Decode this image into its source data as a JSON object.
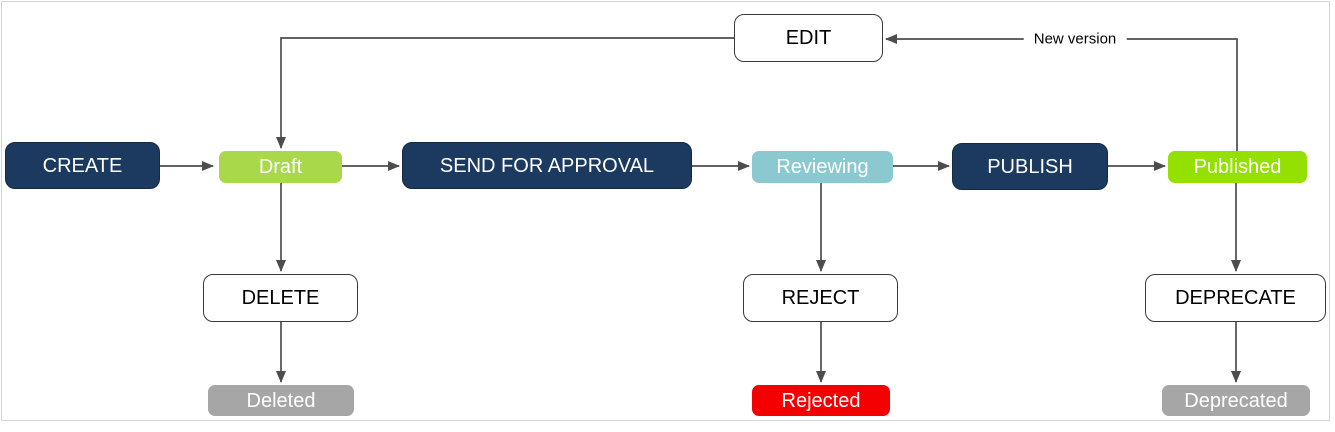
{
  "diagram": {
    "type": "state-workflow",
    "nodes": {
      "create": {
        "label": "CREATE",
        "kind": "action"
      },
      "draft": {
        "label": "Draft",
        "kind": "state",
        "color": "#a9d84b"
      },
      "send_for_approval": {
        "label": "SEND FOR APPROVAL",
        "kind": "action"
      },
      "reviewing": {
        "label": "Reviewing",
        "kind": "state",
        "color": "#8bc9d1"
      },
      "publish": {
        "label": "PUBLISH",
        "kind": "action"
      },
      "published": {
        "label": "Published",
        "kind": "state",
        "color": "#94e001"
      },
      "edit": {
        "label": "EDIT",
        "kind": "outline"
      },
      "delete": {
        "label": "DELETE",
        "kind": "outline"
      },
      "deleted": {
        "label": "Deleted",
        "kind": "state",
        "color": "#a6a6a6"
      },
      "reject": {
        "label": "REJECT",
        "kind": "outline"
      },
      "rejected": {
        "label": "Rejected",
        "kind": "state",
        "color": "#f50000"
      },
      "deprecate": {
        "label": "DEPRECATE",
        "kind": "outline"
      },
      "deprecated": {
        "label": "Deprecated",
        "kind": "state",
        "color": "#a6a6a6"
      }
    },
    "edge_labels": {
      "new_version": "New version"
    },
    "edges": [
      {
        "from": "create",
        "to": "draft"
      },
      {
        "from": "draft",
        "to": "send_for_approval"
      },
      {
        "from": "send_for_approval",
        "to": "reviewing"
      },
      {
        "from": "reviewing",
        "to": "publish"
      },
      {
        "from": "publish",
        "to": "published"
      },
      {
        "from": "published",
        "to": "edit",
        "label": "New version"
      },
      {
        "from": "edit",
        "to": "draft"
      },
      {
        "from": "draft",
        "to": "delete"
      },
      {
        "from": "delete",
        "to": "deleted"
      },
      {
        "from": "reviewing",
        "to": "reject"
      },
      {
        "from": "reject",
        "to": "rejected"
      },
      {
        "from": "published",
        "to": "deprecate"
      },
      {
        "from": "deprecate",
        "to": "deprecated"
      }
    ],
    "colors": {
      "action_fill": "#1c3a5f",
      "action_text": "#ffffff",
      "outline_fill": "#ffffff",
      "outline_border": "#3a3a3a",
      "draft_green": "#a9d84b",
      "published_green": "#94e001",
      "reviewing_teal": "#8bc9d1",
      "terminal_gray": "#a6a6a6",
      "rejected_red": "#f50000",
      "connector": "#4d4d4d",
      "canvas_border": "#d5d5d5"
    }
  }
}
